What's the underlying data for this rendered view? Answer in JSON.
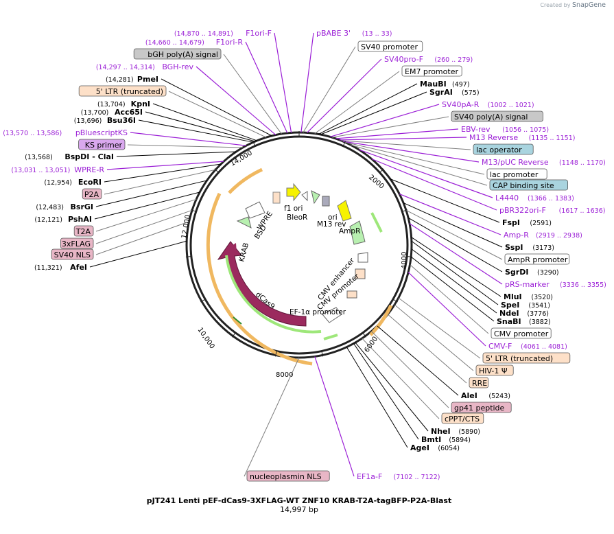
{
  "credit": {
    "prefix": "Created by",
    "brand": "SnapGene"
  },
  "title": "pJT241 Lenti pEF-dCas9-3XFLAG-WT ZNF10 KRAB-T2A-tagBFP-P2A-Blast",
  "subtitle": "14,997 bp",
  "ticks": [
    "2000",
    "4000",
    "6000",
    "8000",
    "10,000",
    "12,000",
    "14,000"
  ],
  "inner_features": [
    "f1 ori",
    "BleoR",
    "ori",
    "M13 rev",
    "AmpR",
    "CMV enhancer",
    "CMV promoter",
    "EF-1α promoter",
    "dCas9",
    "KRAB",
    "BSD",
    "WPRE"
  ],
  "left_labels": [
    {
      "name": "F1ori-F",
      "pos": "(14,870 .. 14,891)",
      "kind": "primer"
    },
    {
      "name": "F1ori-R",
      "pos": "(14,660 .. 14,679)",
      "kind": "primer"
    },
    {
      "name": "bGH poly(A) signal",
      "pos": "",
      "kind": "box-gray"
    },
    {
      "name": "BGH-rev",
      "pos": "(14,297 .. 14,314)",
      "kind": "primer"
    },
    {
      "name": "PmeI",
      "pos": "(14,281)",
      "kind": "site"
    },
    {
      "name": "5' LTR (truncated)",
      "pos": "",
      "kind": "box-peach"
    },
    {
      "name": "KpnI",
      "pos": "(13,704)",
      "kind": "site"
    },
    {
      "name": "Acc65I",
      "pos": "(13,700)",
      "kind": "site"
    },
    {
      "name": "Bsu36I",
      "pos": "(13,696)",
      "kind": "site"
    },
    {
      "name": "pBluescriptKS",
      "pos": "(13,570 .. 13,586)",
      "kind": "primer"
    },
    {
      "name": "KS primer",
      "pos": "",
      "kind": "box-violet"
    },
    {
      "name": "BspDI - ClaI",
      "pos": "(13,568)",
      "kind": "site"
    },
    {
      "name": "WPRE-R",
      "pos": "(13,031 .. 13,051)",
      "kind": "primer"
    },
    {
      "name": "EcoRI",
      "pos": "(12,954)",
      "kind": "site"
    },
    {
      "name": "P2A",
      "pos": "",
      "kind": "box-pink"
    },
    {
      "name": "BsrGI",
      "pos": "(12,483)",
      "kind": "site"
    },
    {
      "name": "PshAI",
      "pos": "(12,121)",
      "kind": "site"
    },
    {
      "name": "T2A",
      "pos": "",
      "kind": "box-pink"
    },
    {
      "name": "3xFLAG",
      "pos": "",
      "kind": "box-pink"
    },
    {
      "name": "SV40 NLS",
      "pos": "",
      "kind": "box-pink"
    },
    {
      "name": "AfeI",
      "pos": "(11,321)",
      "kind": "site"
    }
  ],
  "right_labels": [
    {
      "name": "pBABE 3'",
      "pos": "(13 .. 33)",
      "kind": "primer"
    },
    {
      "name": "SV40 promoter",
      "pos": "",
      "kind": "box-white"
    },
    {
      "name": "SV40pro-F",
      "pos": "(260 .. 279)",
      "kind": "primer"
    },
    {
      "name": "EM7 promoter",
      "pos": "",
      "kind": "box-white"
    },
    {
      "name": "MauBI",
      "pos": "(497)",
      "kind": "site"
    },
    {
      "name": "SgrAI",
      "pos": "(575)",
      "kind": "site"
    },
    {
      "name": "SV40pA-R",
      "pos": "(1002 .. 1021)",
      "kind": "primer"
    },
    {
      "name": "SV40 poly(A) signal",
      "pos": "",
      "kind": "box-gray"
    },
    {
      "name": "EBV-rev",
      "pos": "(1056 .. 1075)",
      "kind": "primer"
    },
    {
      "name": "M13 Reverse",
      "pos": "(1135 .. 1151)",
      "kind": "primer"
    },
    {
      "name": "lac operator",
      "pos": "",
      "kind": "box-teal"
    },
    {
      "name": "M13/pUC Reverse",
      "pos": "(1148 .. 1170)",
      "kind": "primer"
    },
    {
      "name": "lac promoter",
      "pos": "",
      "kind": "box-white"
    },
    {
      "name": "CAP binding site",
      "pos": "",
      "kind": "box-teal"
    },
    {
      "name": "L4440",
      "pos": "(1366 .. 1383)",
      "kind": "primer"
    },
    {
      "name": "pBR322ori-F",
      "pos": "(1617 .. 1636)",
      "kind": "primer"
    },
    {
      "name": "FspI",
      "pos": "(2591)",
      "kind": "site"
    },
    {
      "name": "Amp-R",
      "pos": "(2919 .. 2938)",
      "kind": "primer"
    },
    {
      "name": "SspI",
      "pos": "(3173)",
      "kind": "site"
    },
    {
      "name": "AmpR promoter",
      "pos": "",
      "kind": "box-white"
    },
    {
      "name": "SgrDI",
      "pos": "(3290)",
      "kind": "site"
    },
    {
      "name": "pRS-marker",
      "pos": "(3336 .. 3355)",
      "kind": "primer"
    },
    {
      "name": "MluI",
      "pos": "(3520)",
      "kind": "site"
    },
    {
      "name": "SpeI",
      "pos": "(3541)",
      "kind": "site"
    },
    {
      "name": "NdeI",
      "pos": "(3776)",
      "kind": "site"
    },
    {
      "name": "SnaBI",
      "pos": "(3882)",
      "kind": "site"
    },
    {
      "name": "CMV promoter",
      "pos": "",
      "kind": "box-white"
    },
    {
      "name": "CMV-F",
      "pos": "(4061 .. 4081)",
      "kind": "primer"
    },
    {
      "name": "5' LTR (truncated)",
      "pos": "",
      "kind": "box-peach"
    },
    {
      "name": "HIV-1 Ψ",
      "pos": "",
      "kind": "box-peach"
    },
    {
      "name": "RRE",
      "pos": "",
      "kind": "box-peach"
    },
    {
      "name": "AleI",
      "pos": "(5243)",
      "kind": "site"
    },
    {
      "name": "gp41 peptide",
      "pos": "",
      "kind": "box-pink"
    },
    {
      "name": "cPPT/CTS",
      "pos": "",
      "kind": "box-peach"
    },
    {
      "name": "NheI",
      "pos": "(5890)",
      "kind": "site"
    },
    {
      "name": "BmtI",
      "pos": "(5894)",
      "kind": "site"
    },
    {
      "name": "AgeI",
      "pos": "(6054)",
      "kind": "site"
    }
  ],
  "bottom_labels": [
    {
      "name": "nucleoplasmin NLS",
      "pos": "",
      "kind": "box-pink"
    },
    {
      "name": "EF1a-F",
      "pos": "(7102 .. 7122)",
      "kind": "primer"
    }
  ],
  "colors": {
    "primer": "#9b1fd6",
    "site": "#000000",
    "line_gray": "#7d7d7d",
    "box-gray": "#c8c8c8",
    "box-peach": "#fde0c8",
    "box-violet": "#d9a8ee",
    "box-pink": "#e8b6c6",
    "box-teal": "#a9d4df",
    "box-white": "#ffffff",
    "dcas9": "#9b2a5e",
    "orange_arc": "#f0b860",
    "green_arc": "#9ee77a",
    "ampr": "#f6f200",
    "light_green": "#b8f0b0"
  }
}
